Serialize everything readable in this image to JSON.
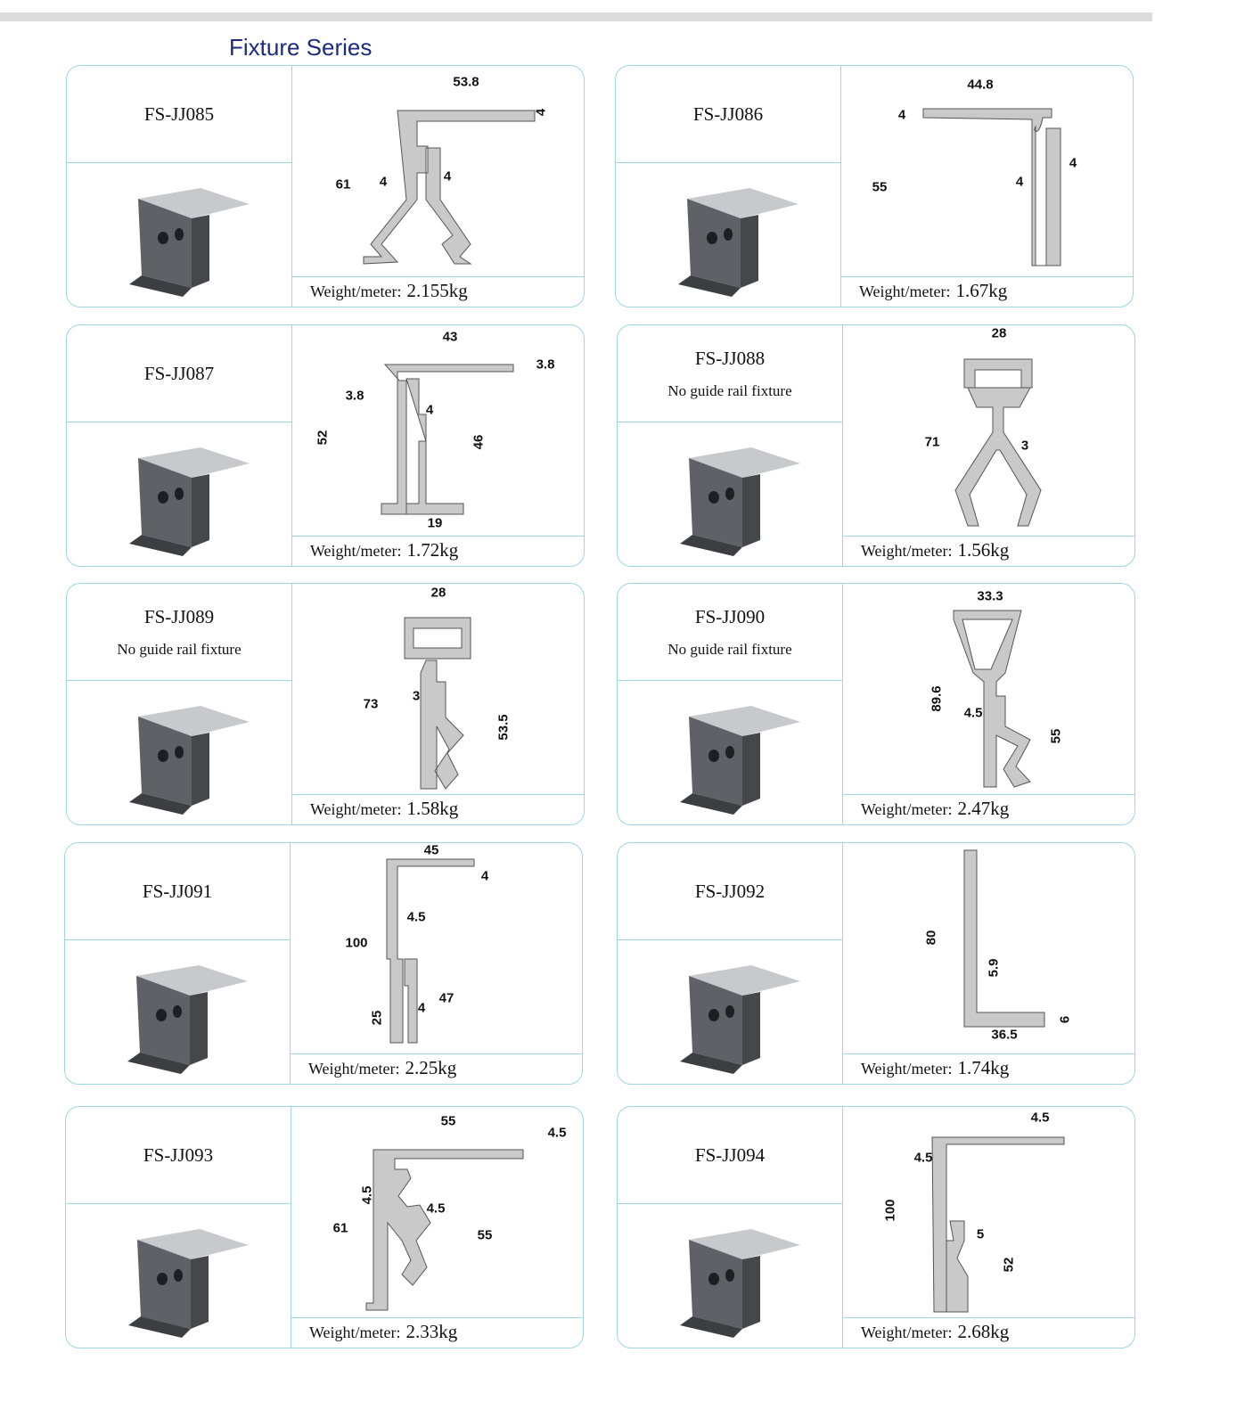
{
  "page_title": "Fixture Series",
  "weight_label": "Weight/meter:",
  "colors": {
    "border": "#9fd6e6",
    "title": "#1c2a80",
    "profile": "#c9c9c9",
    "metal": "#5f6166"
  },
  "products": [
    {
      "code": "FS-JJ085",
      "subtitle": "",
      "weight": "2.155kg",
      "dims": [
        "53.8",
        "4",
        "61",
        "4",
        "4"
      ]
    },
    {
      "code": "FS-JJ086",
      "subtitle": "",
      "weight": "1.67kg",
      "dims": [
        "44.8",
        "4",
        "55",
        "4",
        "4"
      ]
    },
    {
      "code": "FS-JJ087",
      "subtitle": "",
      "weight": "1.72kg",
      "dims": [
        "43",
        "3.8",
        "3.8",
        "52",
        "4",
        "46",
        "19"
      ]
    },
    {
      "code": "FS-JJ088",
      "subtitle": "No guide rail fixture",
      "weight": "1.56kg",
      "dims": [
        "28",
        "71",
        "3"
      ]
    },
    {
      "code": "FS-JJ089",
      "subtitle": "No guide rail fixture",
      "weight": "1.58kg",
      "dims": [
        "28",
        "73",
        "3",
        "53.5"
      ]
    },
    {
      "code": "FS-JJ090",
      "subtitle": "No guide rail fixture",
      "weight": "2.47kg",
      "dims": [
        "33.3",
        "89.6",
        "4.5",
        "55"
      ]
    },
    {
      "code": "FS-JJ091",
      "subtitle": "",
      "weight": "2.25kg",
      "dims": [
        "45",
        "4",
        "4.5",
        "100",
        "47",
        "25",
        "4"
      ]
    },
    {
      "code": "FS-JJ092",
      "subtitle": "",
      "weight": "1.74kg",
      "dims": [
        "80",
        "5.9",
        "6",
        "36.5"
      ]
    },
    {
      "code": "FS-JJ093",
      "subtitle": "",
      "weight": "2.33kg",
      "dims": [
        "55",
        "4.5",
        "4.5",
        "61",
        "4.5",
        "55"
      ]
    },
    {
      "code": "FS-JJ094",
      "subtitle": "",
      "weight": "2.68kg",
      "dims": [
        "4.5",
        "4.5",
        "100",
        "5",
        "52"
      ]
    }
  ]
}
